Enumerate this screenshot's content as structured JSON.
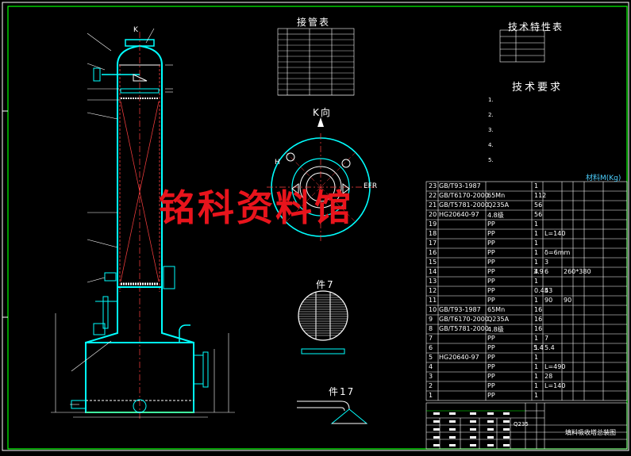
{
  "drawing": {
    "view_k_label": "K向",
    "view_k_arrow": "K",
    "view_k_side_h": "H",
    "view_k_side_efr": "EFR",
    "section_7": "件7",
    "section_17": "件17",
    "watermark": "铭科资料馆"
  },
  "nozzle_table": {
    "title": "接管表"
  },
  "tech_data": {
    "title": "技术特性表"
  },
  "requirements": {
    "title": "技术要求",
    "items": [
      "1.",
      "2.",
      "3.",
      "4.",
      "5."
    ]
  },
  "parts_table": {
    "material_unit": "材料M(Kg)",
    "rows": [
      {
        "no": "23",
        "code": "GB/T93-1987"
      },
      {
        "no": "22",
        "code": "GB/T6170-2000"
      },
      {
        "no": "21",
        "code": "GB/T5781-2000"
      },
      {
        "no": "20",
        "code": "HG20640-97"
      },
      {
        "no": "19",
        "code": ""
      },
      {
        "no": "18",
        "code": ""
      },
      {
        "no": "17",
        "code": ""
      },
      {
        "no": "16",
        "code": ""
      },
      {
        "no": "15",
        "code": ""
      },
      {
        "no": "14",
        "code": ""
      },
      {
        "no": "13",
        "code": ""
      },
      {
        "no": "12",
        "code": ""
      },
      {
        "no": "11",
        "code": ""
      },
      {
        "no": "10",
        "code": "GB/T93-1987"
      },
      {
        "no": "9",
        "code": "GB/T6170-2000"
      },
      {
        "no": "8",
        "code": "GB/T5781-2000"
      },
      {
        "no": "7",
        "code": ""
      },
      {
        "no": "6",
        "code": ""
      },
      {
        "no": "5",
        "code": "HG20640-97"
      },
      {
        "no": "4",
        "code": ""
      },
      {
        "no": "3",
        "code": ""
      },
      {
        "no": "2",
        "code": ""
      },
      {
        "no": "1",
        "code": ""
      }
    ],
    "cells": [
      [
        "1",
        "",
        "",
        ""
      ],
      [
        "112",
        "65Mn",
        "",
        ""
      ],
      [
        "56",
        "Q235A",
        "",
        ""
      ],
      [
        "56",
        "4.8级",
        "",
        ""
      ],
      [
        "1",
        "PP",
        "",
        ""
      ],
      [
        "1",
        "PP",
        "",
        "L=140"
      ],
      [
        "1",
        "PP",
        "",
        ""
      ],
      [
        "1",
        "PP",
        "",
        "δ=6mm"
      ],
      [
        "1",
        "PP",
        "",
        "3"
      ],
      [
        "4",
        "PP",
        "3.9",
        "6",
        "260*380"
      ],
      [
        "1",
        "PP",
        "",
        ""
      ],
      [
        "0.45",
        "PP",
        "",
        "43"
      ],
      [
        "1",
        "PP",
        "",
        "90",
        "90"
      ],
      [
        "16",
        "65Mn",
        "",
        ""
      ],
      [
        "16",
        "Q235A",
        "",
        ""
      ],
      [
        "16",
        "4.8级",
        "",
        ""
      ],
      [
        "1",
        "PP",
        "",
        "7"
      ],
      [
        "1",
        "PP",
        "5.4",
        "5.4"
      ],
      [
        "1",
        "PP",
        "",
        ""
      ],
      [
        "1",
        "PP",
        "",
        "L=490"
      ],
      [
        "1",
        "PP",
        "",
        "28"
      ],
      [
        "1",
        "PP",
        "",
        "L=140"
      ],
      [
        "1",
        "PP",
        "",
        ""
      ]
    ]
  },
  "title_block": {
    "name": "填料吸收塔总装图",
    "material": "Q235"
  }
}
